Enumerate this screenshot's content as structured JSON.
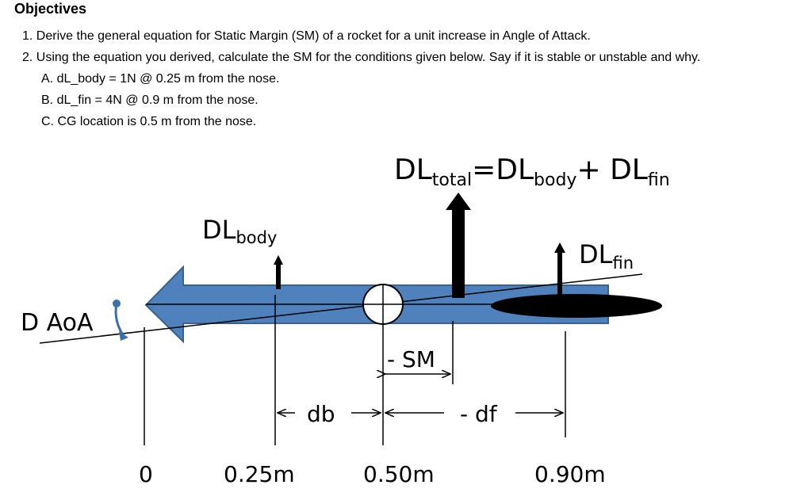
{
  "heading": "Objectives",
  "objectives": [
    "1. Derive the general equation for Static Margin (SM) of a rocket for a unit increase in Angle of Attack.",
    "2. Using the equation you derived, calculate the SM for the conditions given below. Say if it is stable or unstable and why.",
    "A. dL_body = 1N @ 0.25 m from the nose.",
    "B. dL_fin = 4N @ 0.9 m from the nose.",
    "C. CG location is 0.5 m from the nose."
  ],
  "diagram": {
    "total_eq": {
      "base1": "DL",
      "sub1": "total",
      "eq": "=DL",
      "sub2": "body",
      "plus": "+ DL",
      "sub3": "fin"
    },
    "body_label": {
      "base": "DL",
      "sub": "body"
    },
    "fin_label": {
      "base": "DL",
      "sub": "fin"
    },
    "aoa_label": "D AoA",
    "sm_label": "- SM",
    "db_label": "db",
    "df_label": "- df",
    "positions": [
      "0",
      "0.25m",
      "0.50m",
      "0.90m"
    ],
    "colors": {
      "rocket_body": "#4F81BD",
      "rocket_outline": "#3A6190",
      "aoa_arc": "#3A6FA8"
    }
  }
}
